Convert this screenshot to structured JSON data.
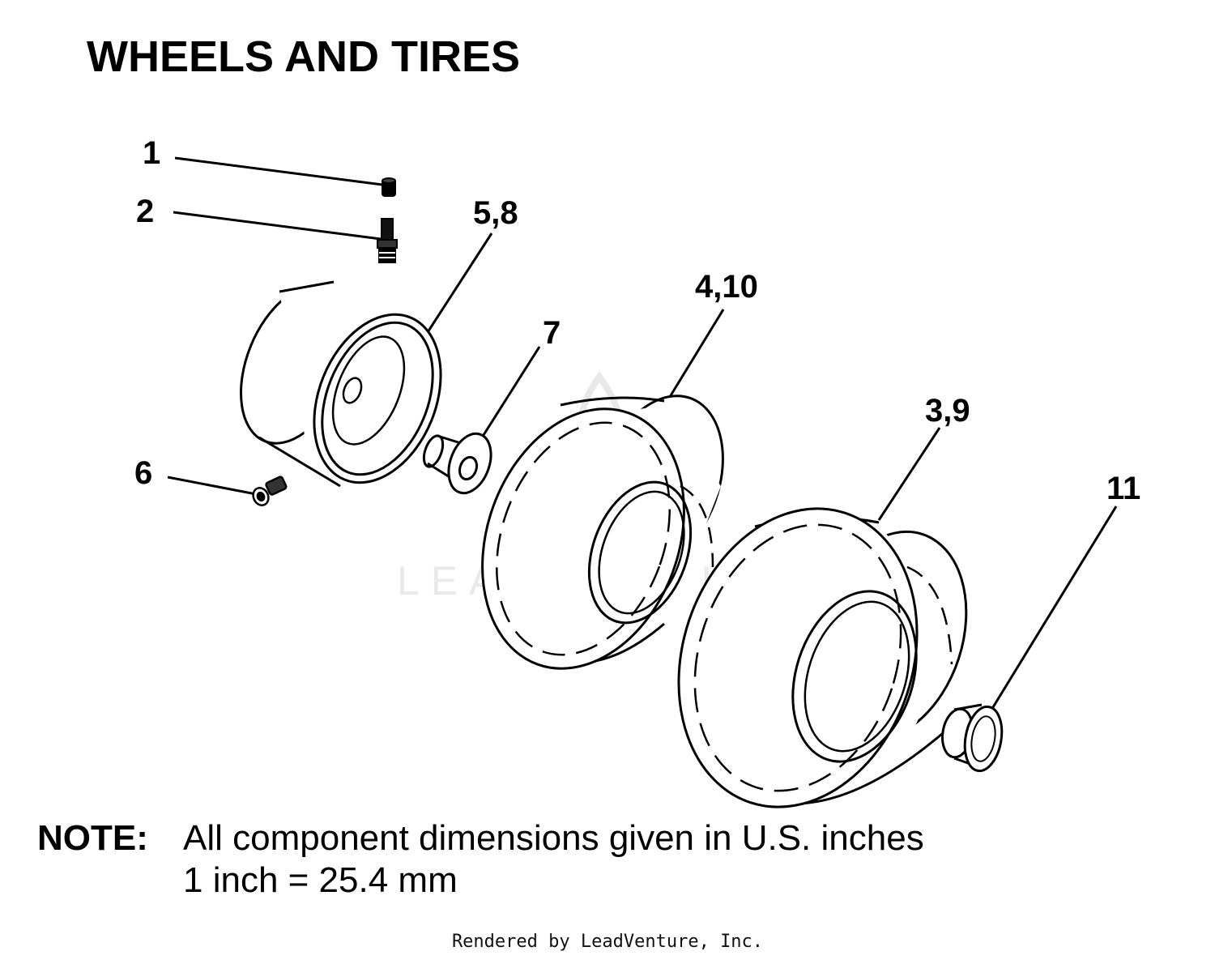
{
  "title": "WHEELS AND TIRES",
  "callouts": {
    "c1": "1",
    "c2": "2",
    "c58": "5,8",
    "c7": "7",
    "c410": "4,10",
    "c39": "3,9",
    "c6": "6",
    "c11": "11"
  },
  "watermark": "LEADVENTURE",
  "note": {
    "label": "NOTE:",
    "line1": "All component dimensions given in U.S. inches",
    "line2": "1 inch = 25.4 mm"
  },
  "footer": "Rendered by LeadVenture, Inc."
}
